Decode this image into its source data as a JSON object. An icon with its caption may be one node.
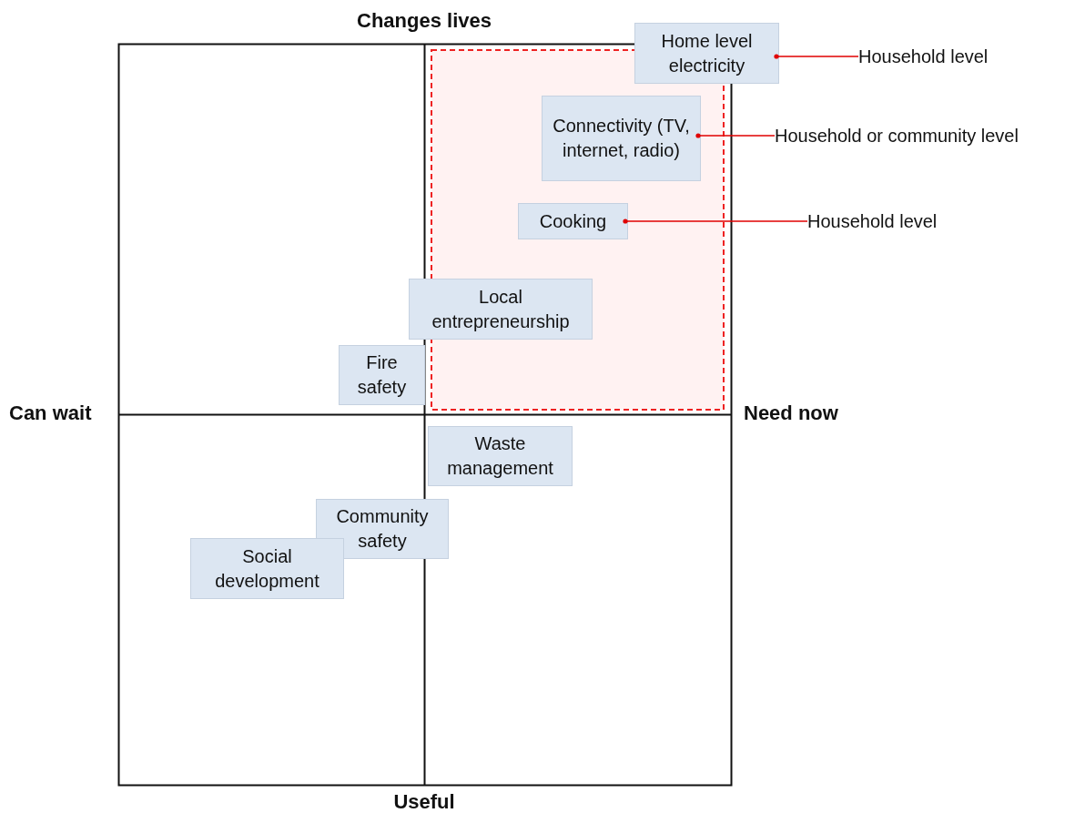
{
  "diagram": {
    "nodes": [
      {
        "text": [
          "Home level electricity"
        ]
      },
      {
        "text": [
          "Household level"
        ]
      },
      {
        "text": [
          "Connectivity (TV, internet, radio)"
        ]
      },
      {
        "text": [
          "Household or community level"
        ]
      },
      {
        "text": [
          "Cooking"
        ]
      },
      {
        "text": [
          "Household level"
        ]
      },
      {
        "text": [
          "Local entrepreneurship"
        ]
      },
      {
        "text": [
          "Fire safety"
        ]
      },
      {
        "text": [
          "Waste management"
        ]
      },
      {
        "text": [
          "Community safety"
        ]
      },
      {
        "text": [
          "Social development"
        ]
      }
    ],
    "edges": [
      {
        "from": 1,
        "to": 0,
        "arrow": "other"
      },
      {
        "from": 3,
        "to": 2,
        "arrow": "other"
      },
      {
        "from": 5,
        "to": 4,
        "arrow": "other"
      }
    ],
    "labels": [
      "Changes lives",
      "Can wait",
      "Need now",
      "Useful"
    ]
  }
}
